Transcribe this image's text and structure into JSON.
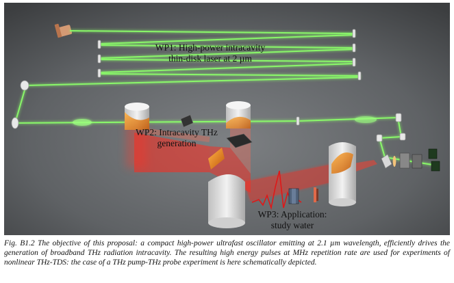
{
  "labels": {
    "wp1_line1": "WP1: High-power intracavity",
    "wp1_line2": "thin-disk laser at 2 µm",
    "wp2_line1": "WP2: Intracavity THz",
    "wp2_line2": "generation",
    "wp3_line1": "WP3: Application:",
    "wp3_line2": "study water"
  },
  "caption": "Fig. B1.2 The objective of this proposal: a compact high-power ultrafast oscillator emitting at 2.1 µm wavelength, efficiently drives the generation of broadband THz radiation intracavity. The resulting high energy pulses at MHz repetition rate are used for experiments of nonlinear THz-TDS: the case of a THz pump-THz probe experiment is here schematically depicted.",
  "colors": {
    "background": "#5e6164",
    "laser_beam": "#8cff6a",
    "thz_beam": "#ff2a1e",
    "mirror_gold": "#e07a1a",
    "optic_white": "#e6e6e6"
  }
}
